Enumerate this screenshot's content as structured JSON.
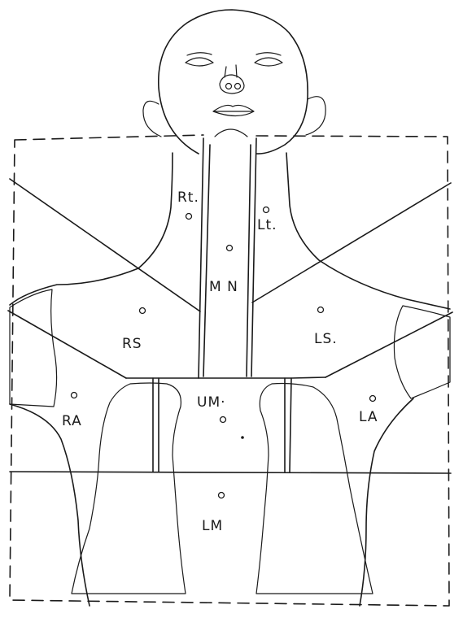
{
  "regions": [
    {
      "id": "rt",
      "label": "Rt."
    },
    {
      "id": "lt",
      "label": "Lt."
    },
    {
      "id": "mn",
      "label": "M N"
    },
    {
      "id": "rs",
      "label": "RS"
    },
    {
      "id": "ls",
      "label": "LS."
    },
    {
      "id": "um",
      "label": "UM·"
    },
    {
      "id": "ra",
      "label": "RA"
    },
    {
      "id": "la",
      "label": "LA"
    },
    {
      "id": "lm",
      "label": "LM"
    }
  ]
}
